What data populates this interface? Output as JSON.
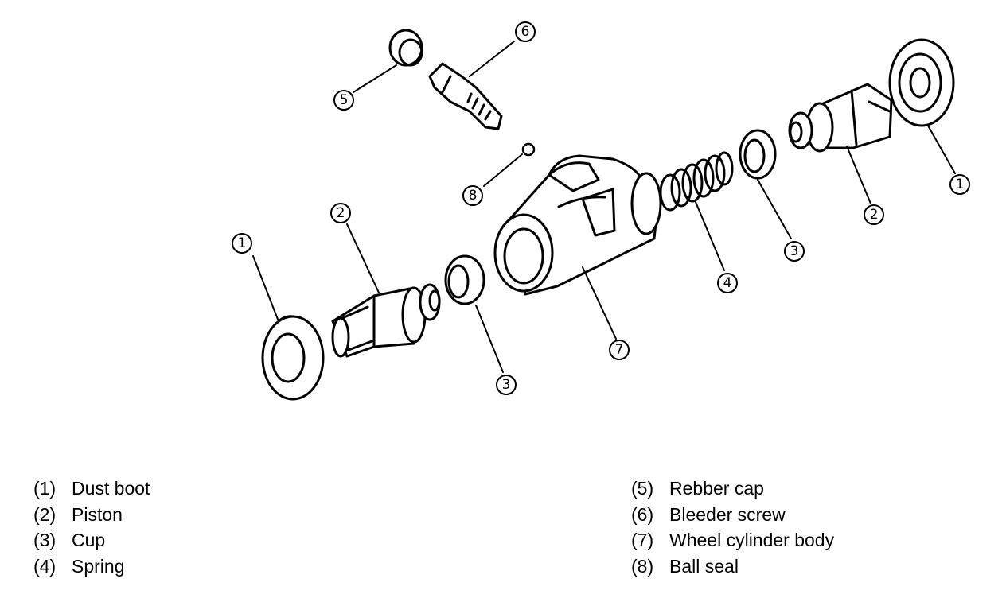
{
  "callouts": {
    "c1_left": "1",
    "c1_right": "1",
    "c2_left": "2",
    "c2_right": "2",
    "c3_left": "3",
    "c3_right": "3",
    "c4": "4",
    "c5": "5",
    "c6": "6",
    "c7": "7",
    "c8": "8"
  },
  "legend": {
    "left": [
      {
        "code": "(1)",
        "label": "Dust boot"
      },
      {
        "code": "(2)",
        "label": "Piston"
      },
      {
        "code": "(3)",
        "label": "Cup"
      },
      {
        "code": "(4)",
        "label": "Spring"
      }
    ],
    "right": [
      {
        "code": "(5)",
        "label": "Rebber cap"
      },
      {
        "code": "(6)",
        "label": "Bleeder screw"
      },
      {
        "code": "(7)",
        "label": "Wheel cylinder body"
      },
      {
        "code": "(8)",
        "label": "Ball seal"
      }
    ]
  }
}
